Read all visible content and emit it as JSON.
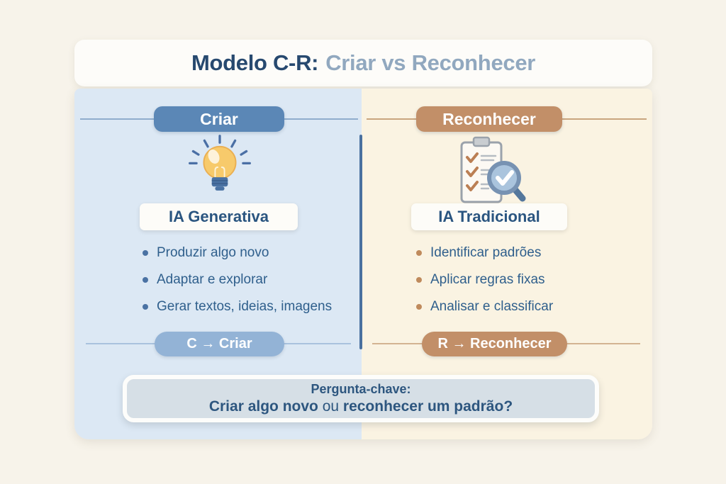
{
  "title": {
    "prefix": "Modelo C-R:",
    "suffix": "Criar vs Reconhecer"
  },
  "columns": {
    "left": {
      "header": "Criar",
      "icon": "lightbulb-icon",
      "label": "IA Generativa",
      "bullets": [
        "Produzir algo novo",
        "Adaptar e explorar",
        "Gerar textos, ideias, imagens"
      ],
      "badge": "C → Criar",
      "accent_color": "#5b87b6",
      "badge_color": "#93b3d6",
      "panel_color": "#dce8f4"
    },
    "right": {
      "header": "Reconhecer",
      "icon": "checklist-magnifier-icon",
      "label": "IA Tradicional",
      "bullets": [
        "Identificar padrões",
        "Aplicar regras fixas",
        "Analisar e classificar"
      ],
      "badge": "R → Reconhecer",
      "accent_color": "#c28f68",
      "badge_color": "#c28f68",
      "panel_color": "#faf3e2"
    }
  },
  "question": {
    "label": "Pergunta-chave:",
    "part_bold_1": "Criar algo novo",
    "part_regular": " ou ",
    "part_bold_2": "reconhecer um padrão?"
  },
  "colors": {
    "page_background": "#f7f3ea",
    "card_white": "#fdfcf9",
    "title_primary": "#27496f",
    "title_secondary": "#91a8bf",
    "text_navy": "#2d567f",
    "divider_blue": "#49709f",
    "question_box_fill": "#d6dfe6"
  }
}
